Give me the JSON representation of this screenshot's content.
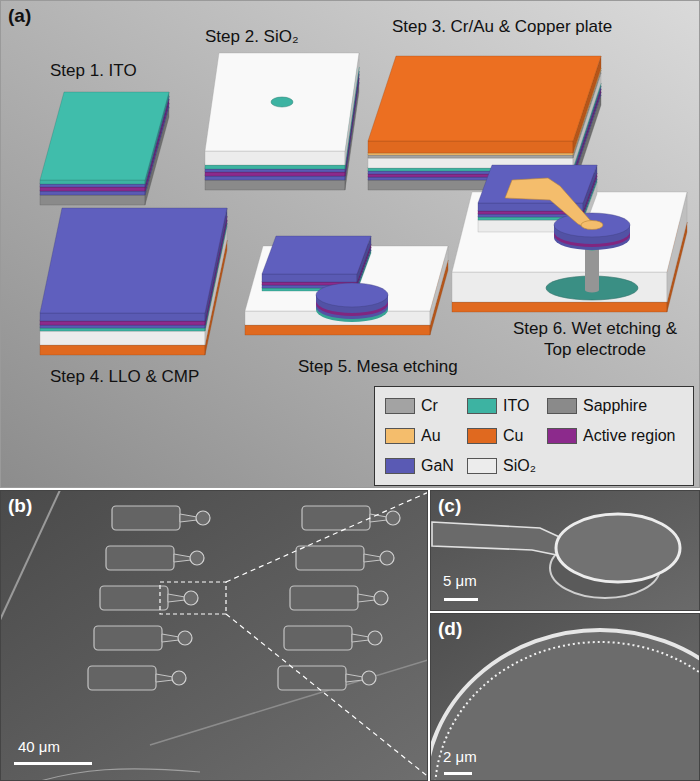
{
  "diagram": {
    "nodes": [
      {
        "text": [
          "(a)"
        ]
      },
      {
        "text": [
          "(b)"
        ]
      },
      {
        "text": [
          "(c)"
        ]
      },
      {
        "text": [
          "(d)"
        ]
      }
    ],
    "labels": [
      "Step 1. ITO",
      "Step 2. SiO₂",
      "Step 3. Cr/Au & Copper plate",
      "Step 4. LLO & CMP",
      "Step 5. Mesa etching",
      "Step 6. Wet etching & Top electrode",
      "40 μm",
      "5 μm",
      "2 μm"
    ],
    "legend": [
      {
        "text": "Cr",
        "color": "#a3a3a3"
      },
      {
        "text": "ITO",
        "color": "#3db3a2"
      },
      {
        "text": "Sapphire",
        "color": "#8a8a8a"
      },
      {
        "text": "Au",
        "color": "#f4bd6c"
      },
      {
        "text": "Cu",
        "color": "#e0691f"
      },
      {
        "text": "Active region",
        "color": "#8c2a8c"
      },
      {
        "text": "GaN",
        "color": "#5a5ab4"
      },
      {
        "text": "SiO₂",
        "color": "#ececec"
      }
    ]
  }
}
